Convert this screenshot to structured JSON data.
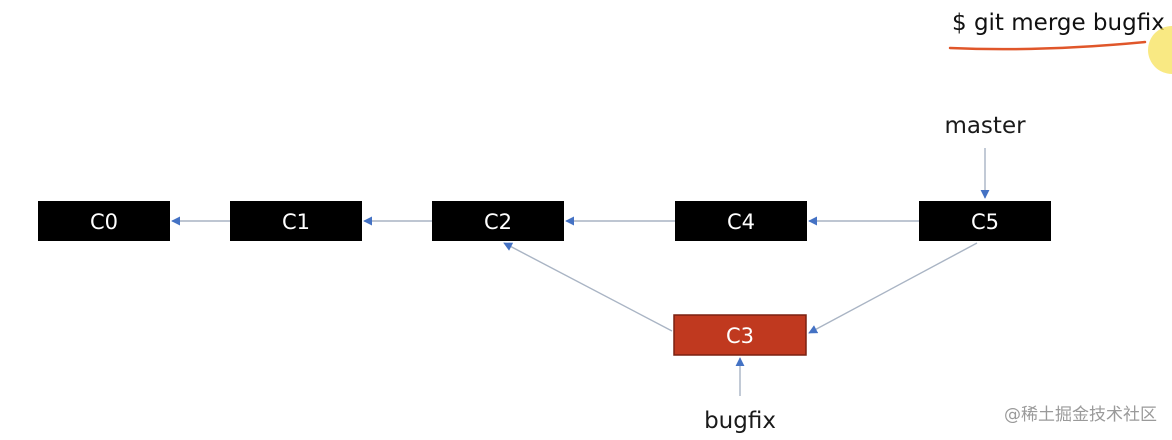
{
  "command": "$ git merge bugfix",
  "watermark": "@稀土掘金技术社区",
  "colors": {
    "commit_fill": "#000000",
    "highlight_fill": "#c0391f",
    "highlight_border": "#7a2010",
    "edge": "#a9b4c4",
    "arrowhead": "#4472c4",
    "underline": "#e0562a",
    "cursor": "#f7e25a"
  },
  "commits": [
    {
      "id": "C0",
      "label": "C0",
      "highlight": false
    },
    {
      "id": "C1",
      "label": "C1",
      "highlight": false
    },
    {
      "id": "C2",
      "label": "C2",
      "highlight": false
    },
    {
      "id": "C4",
      "label": "C4",
      "highlight": false
    },
    {
      "id": "C5",
      "label": "C5",
      "highlight": false
    },
    {
      "id": "C3",
      "label": "C3",
      "highlight": true
    }
  ],
  "edges": [
    {
      "from": "C1",
      "to": "C0"
    },
    {
      "from": "C2",
      "to": "C1"
    },
    {
      "from": "C4",
      "to": "C2"
    },
    {
      "from": "C5",
      "to": "C4"
    },
    {
      "from": "C5",
      "to": "C3"
    },
    {
      "from": "C3",
      "to": "C2"
    }
  ],
  "refs": [
    {
      "id": "master",
      "label": "master",
      "points_to": "C5"
    },
    {
      "id": "bugfix",
      "label": "bugfix",
      "points_to": "C3"
    }
  ]
}
